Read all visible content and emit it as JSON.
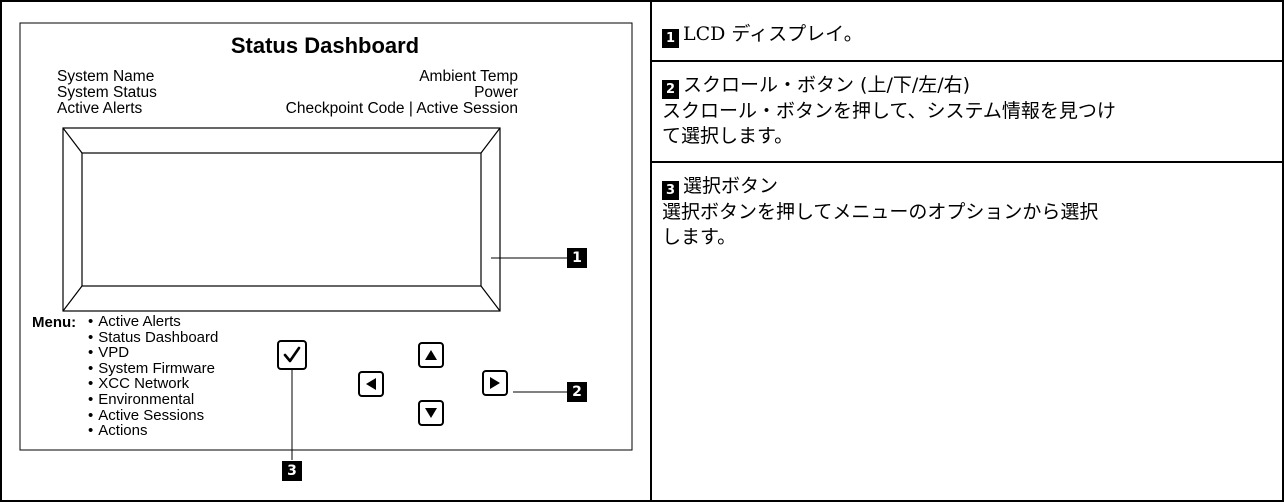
{
  "panel": {
    "title": "Status Dashboard",
    "left_labels": [
      "System Name",
      "System Status",
      "Active Alerts"
    ],
    "right_labels": [
      "Ambient Temp",
      "Power",
      "Checkpoint Code | Active Session"
    ],
    "menu_label": "Menu:",
    "menu_items": [
      "Active Alerts",
      "Status Dashboard",
      "VPD",
      "System Firmware",
      "XCC Network",
      "Environmental",
      "Active Sessions",
      "Actions"
    ],
    "buttons": {
      "select": "check-icon",
      "up": "arrow-up-icon",
      "down": "arrow-down-icon",
      "left": "arrow-left-icon",
      "right": "arrow-right-icon"
    }
  },
  "callouts": [
    "1",
    "2",
    "3"
  ],
  "descriptions": [
    {
      "number": "1",
      "lines": [
        "LCD ディスプレイ。"
      ]
    },
    {
      "number": "2",
      "lines": [
        "スクロール・ボタン (上/下/左/右)",
        "スクロール・ボタンを押して、システム情報を見つけ",
        "て選択します。"
      ]
    },
    {
      "number": "3",
      "lines": [
        "選択ボタン",
        "選択ボタンを押してメニューのオプションから選択",
        "します。"
      ]
    }
  ]
}
